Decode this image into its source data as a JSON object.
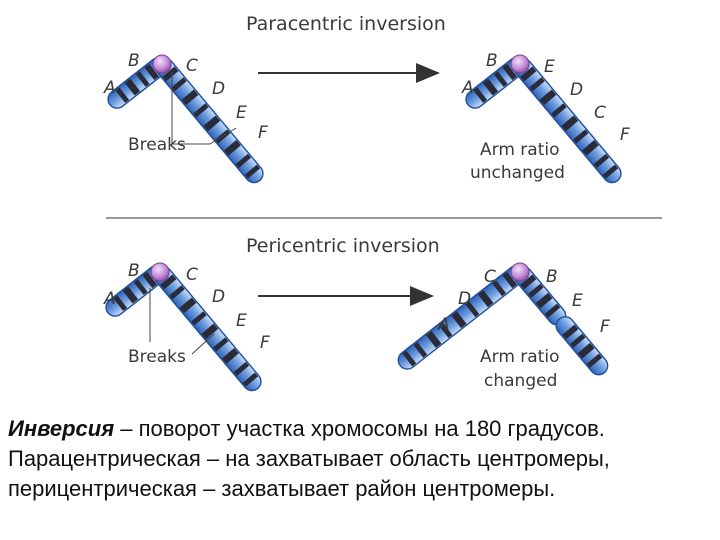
{
  "top": {
    "title": "Paracentric inversion",
    "left_letters": [
      "A",
      "B",
      "C",
      "D",
      "E",
      "F"
    ],
    "right_letters": [
      "A",
      "B",
      "E",
      "D",
      "C",
      "F"
    ],
    "breaks_label": "Breaks",
    "result_line1": "Arm ratio",
    "result_line2": "unchanged"
  },
  "bottom": {
    "title": "Pericentric inversion",
    "left_letters": [
      "A",
      "B",
      "C",
      "D",
      "E",
      "F"
    ],
    "right_letters": [
      "A",
      "D",
      "C",
      "B",
      "E",
      "F"
    ],
    "breaks_label": "Breaks",
    "result_line1": "Arm ratio",
    "result_line2": "changed"
  },
  "caption": {
    "term": "Инверсия",
    "text": " – поворот участка хромосомы на 180 градусов. Парацентрическая – на захватывает область центромеры, перицентрическая – захватывает район центромеры."
  },
  "colors": {
    "chromosome": "#6f9fe0",
    "chromosome_edge": "#1f4f9a",
    "band": "#2a2a38",
    "centromere": "#c48ad6",
    "arrow": "#333333",
    "divider": "#999999"
  }
}
